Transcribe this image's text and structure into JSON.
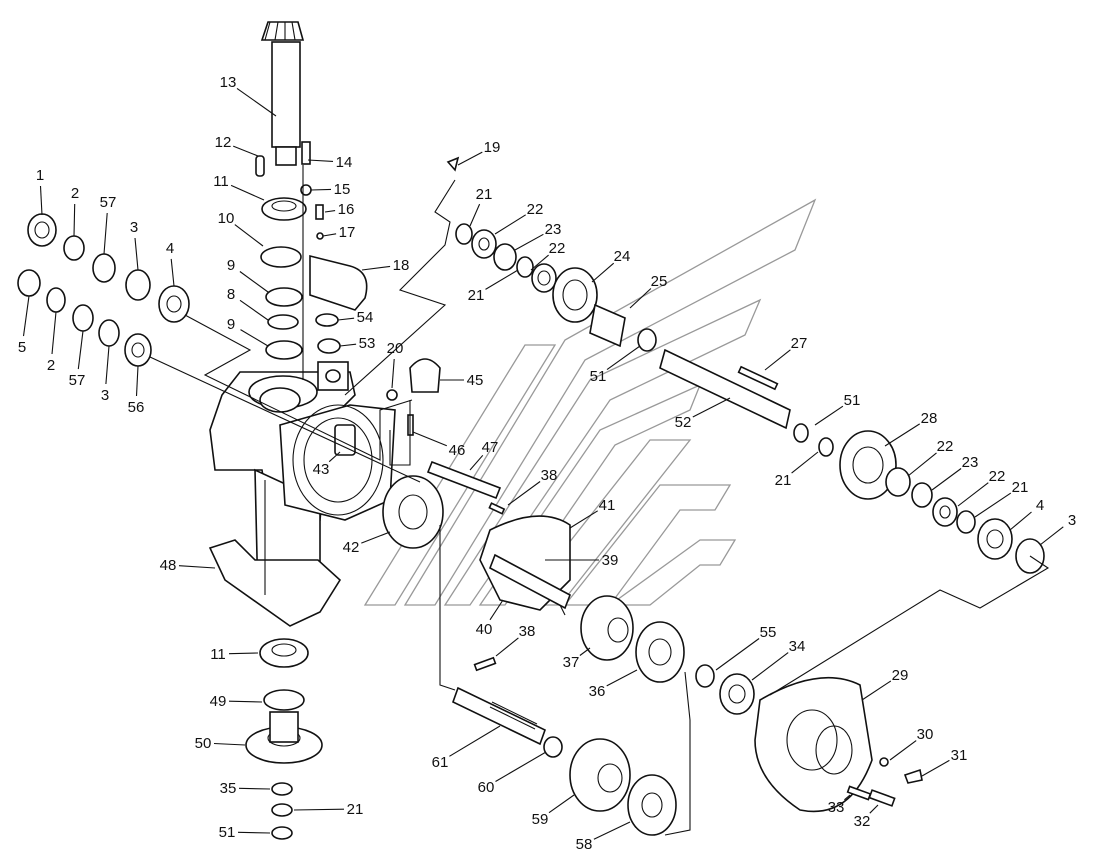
{
  "diagram": {
    "callouts": [
      {
        "id": "c1",
        "label": "1"
      },
      {
        "id": "c2a",
        "label": "2"
      },
      {
        "id": "c57a",
        "label": "57"
      },
      {
        "id": "c3a",
        "label": "3"
      },
      {
        "id": "c4a",
        "label": "4"
      },
      {
        "id": "c5",
        "label": "5"
      },
      {
        "id": "c2b",
        "label": "2"
      },
      {
        "id": "c57b",
        "label": "57"
      },
      {
        "id": "c3b",
        "label": "3"
      },
      {
        "id": "c56",
        "label": "56"
      },
      {
        "id": "c13",
        "label": "13"
      },
      {
        "id": "c12",
        "label": "12"
      },
      {
        "id": "c14",
        "label": "14"
      },
      {
        "id": "c11a",
        "label": "11"
      },
      {
        "id": "c15",
        "label": "15"
      },
      {
        "id": "c10",
        "label": "10"
      },
      {
        "id": "c16",
        "label": "16"
      },
      {
        "id": "c17",
        "label": "17"
      },
      {
        "id": "c9a",
        "label": "9"
      },
      {
        "id": "c8",
        "label": "8"
      },
      {
        "id": "c9b",
        "label": "9"
      },
      {
        "id": "c18",
        "label": "18"
      },
      {
        "id": "c19",
        "label": "19"
      },
      {
        "id": "c54",
        "label": "54"
      },
      {
        "id": "c53",
        "label": "53"
      },
      {
        "id": "c20",
        "label": "20"
      },
      {
        "id": "c45",
        "label": "45"
      },
      {
        "id": "c46",
        "label": "46"
      },
      {
        "id": "c43",
        "label": "43"
      },
      {
        "id": "c47",
        "label": "47"
      },
      {
        "id": "c21a",
        "label": "21"
      },
      {
        "id": "c22a",
        "label": "22"
      },
      {
        "id": "c23a",
        "label": "23"
      },
      {
        "id": "c22b",
        "label": "22"
      },
      {
        "id": "c24",
        "label": "24"
      },
      {
        "id": "c21b",
        "label": "21"
      },
      {
        "id": "c25",
        "label": "25"
      },
      {
        "id": "c51a",
        "label": "51"
      },
      {
        "id": "c27",
        "label": "27"
      },
      {
        "id": "c52",
        "label": "52"
      },
      {
        "id": "c51b",
        "label": "51"
      },
      {
        "id": "c21c",
        "label": "21"
      },
      {
        "id": "c28",
        "label": "28"
      },
      {
        "id": "c22c",
        "label": "22"
      },
      {
        "id": "c23b",
        "label": "23"
      },
      {
        "id": "c22d",
        "label": "22"
      },
      {
        "id": "c21d",
        "label": "21"
      },
      {
        "id": "c4b",
        "label": "4"
      },
      {
        "id": "c3c",
        "label": "3"
      },
      {
        "id": "c38a",
        "label": "38"
      },
      {
        "id": "c41",
        "label": "41"
      },
      {
        "id": "c42",
        "label": "42"
      },
      {
        "id": "c39",
        "label": "39"
      },
      {
        "id": "c40",
        "label": "40"
      },
      {
        "id": "c48",
        "label": "48"
      },
      {
        "id": "c38b",
        "label": "38"
      },
      {
        "id": "c37",
        "label": "37"
      },
      {
        "id": "c55",
        "label": "55"
      },
      {
        "id": "c34",
        "label": "34"
      },
      {
        "id": "c36",
        "label": "36"
      },
      {
        "id": "c29",
        "label": "29"
      },
      {
        "id": "c11b",
        "label": "11"
      },
      {
        "id": "c49",
        "label": "49"
      },
      {
        "id": "c50",
        "label": "50"
      },
      {
        "id": "c35",
        "label": "35"
      },
      {
        "id": "c21e",
        "label": "21"
      },
      {
        "id": "c51c",
        "label": "51"
      },
      {
        "id": "c61",
        "label": "61"
      },
      {
        "id": "c60",
        "label": "60"
      },
      {
        "id": "c59",
        "label": "59"
      },
      {
        "id": "c58",
        "label": "58"
      },
      {
        "id": "c30",
        "label": "30"
      },
      {
        "id": "c31",
        "label": "31"
      },
      {
        "id": "c33",
        "label": "33"
      },
      {
        "id": "c32",
        "label": "32"
      }
    ]
  }
}
